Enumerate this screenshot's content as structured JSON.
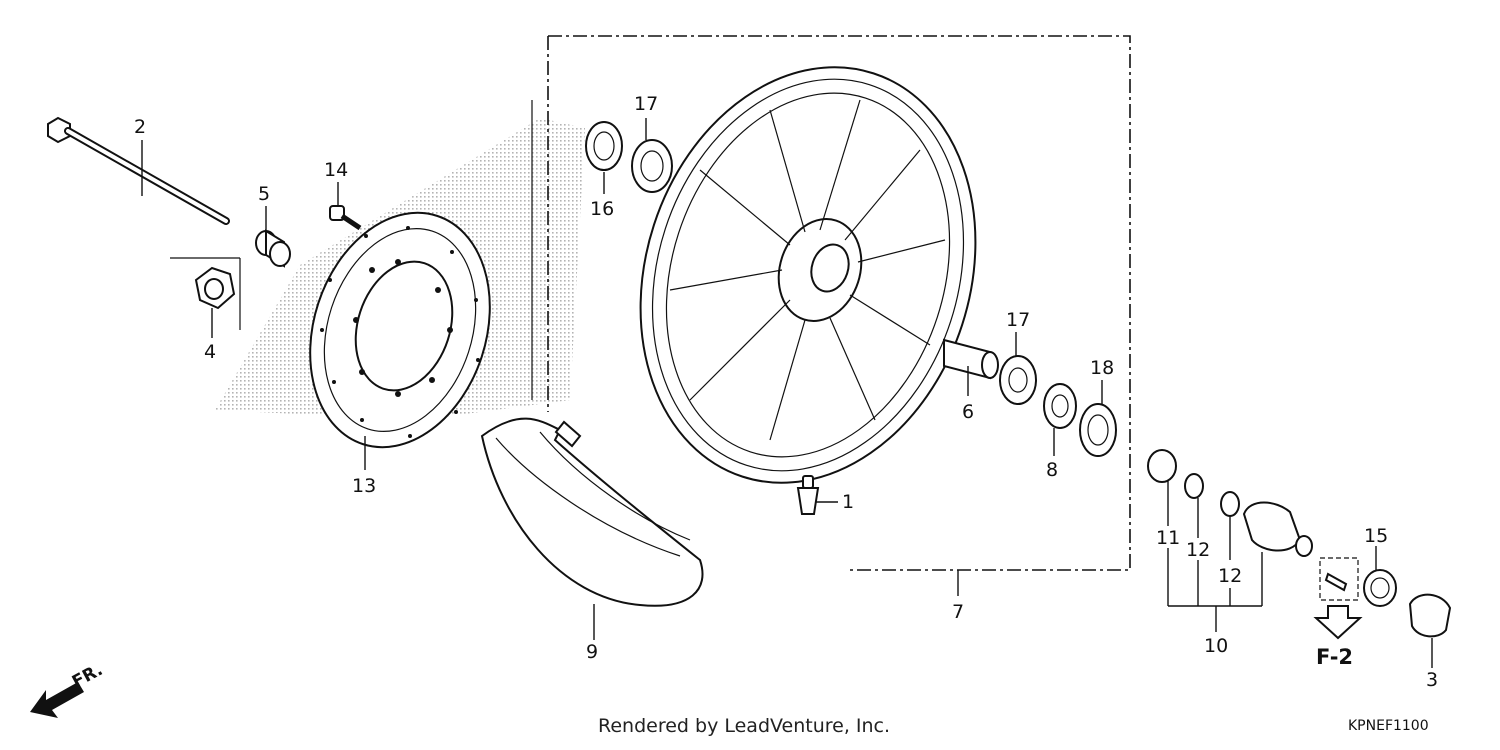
{
  "callouts": {
    "p1": "1",
    "p2": "2",
    "p3": "3",
    "p4": "4",
    "p5": "5",
    "p6": "6",
    "p7": "7",
    "p8": "8",
    "p9": "9",
    "p10": "10",
    "p11": "11",
    "p12a": "12",
    "p12b": "12",
    "p13": "13",
    "p14": "14",
    "p15": "15",
    "p16": "16",
    "p17a": "17",
    "p17b": "17",
    "p18": "18"
  },
  "direction_label": "FR.",
  "reference_label": "F-2",
  "credit": "Rendered by LeadVenture, Inc.",
  "diagram_code": "KPNEF1100"
}
